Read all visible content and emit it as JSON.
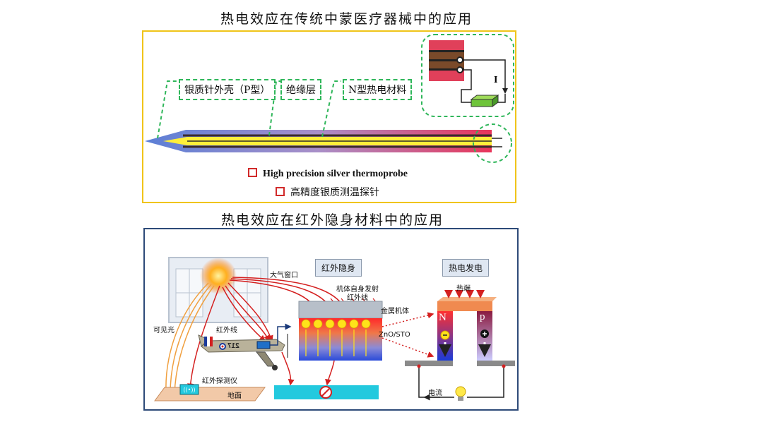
{
  "top_panel": {
    "title": "热电效应在传统中蒙医疗器械中的应用",
    "labels": {
      "shell": "银质针外壳（P型）",
      "insulation": "绝缘层",
      "n_material": "N型热电材料"
    },
    "current_label": "I",
    "legend_en": "High precision silver thermoprobe",
    "legend_cn": "高精度银质测温探针",
    "colors": {
      "frame": "#f0c419",
      "dash": "#2fb65a",
      "red": "#d12a2a",
      "probe_blue": "#5b7fd6",
      "probe_yellow": "#ffef3a"
    }
  },
  "bottom_panel": {
    "title": "热电效应在红外隐身材料中的应用",
    "tags": {
      "stealth": "红外隐身",
      "power": "热电发电"
    },
    "labels": {
      "atm_window": "大气窗口",
      "self_emission": "机体自身发射",
      "ir_line": "红外线",
      "visible": "可见光",
      "infrared": "红外线",
      "metal_body": "金属机体",
      "zno": "ZnO/STO",
      "hot_end": "热端",
      "detector": "红外探测仪",
      "ground": "地面",
      "current": "电流",
      "n_leg": "N",
      "p_leg": "p",
      "plane_code": "217"
    },
    "colors": {
      "frame": "#2d4a78",
      "ground": "#f2c9a8",
      "slab": "#23c9de",
      "arrow_red": "#d42020",
      "tag_bg": "#dfe7f2"
    }
  }
}
